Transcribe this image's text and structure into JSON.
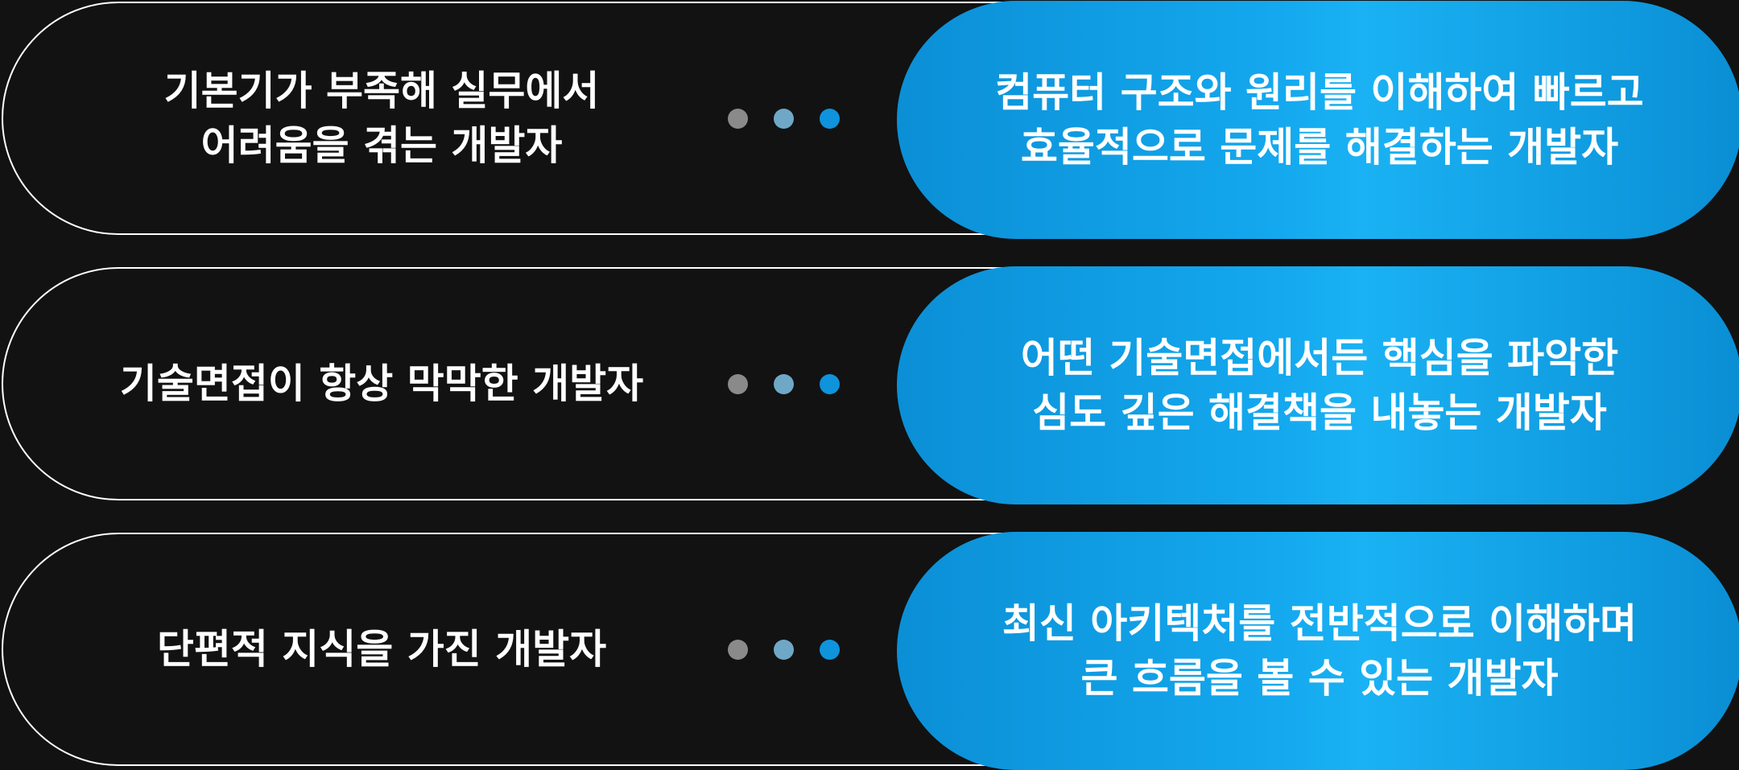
{
  "colors": {
    "background": "#121212",
    "pill_border": "#ffffff",
    "accent": "#14a8ee",
    "dot_1": "#8a8a8a",
    "dot_2": "#6fa8c6",
    "dot_3": "#0f93dc"
  },
  "rows": [
    {
      "before": "기본기가 부족해 실무에서\n어려움을 겪는 개발자",
      "after": "컴퓨터 구조와 원리를 이해하여 빠르고\n효율적으로 문제를 해결하는 개발자"
    },
    {
      "before": "기술면접이 항상 막막한 개발자",
      "after": "어떤 기술면접에서든 핵심을 파악한\n심도 깊은 해결책을 내놓는 개발자"
    },
    {
      "before": "단편적 지식을 가진 개발자",
      "after": "최신 아키텍처를 전반적으로 이해하며\n큰 흐름을 볼 수 있는 개발자"
    }
  ]
}
